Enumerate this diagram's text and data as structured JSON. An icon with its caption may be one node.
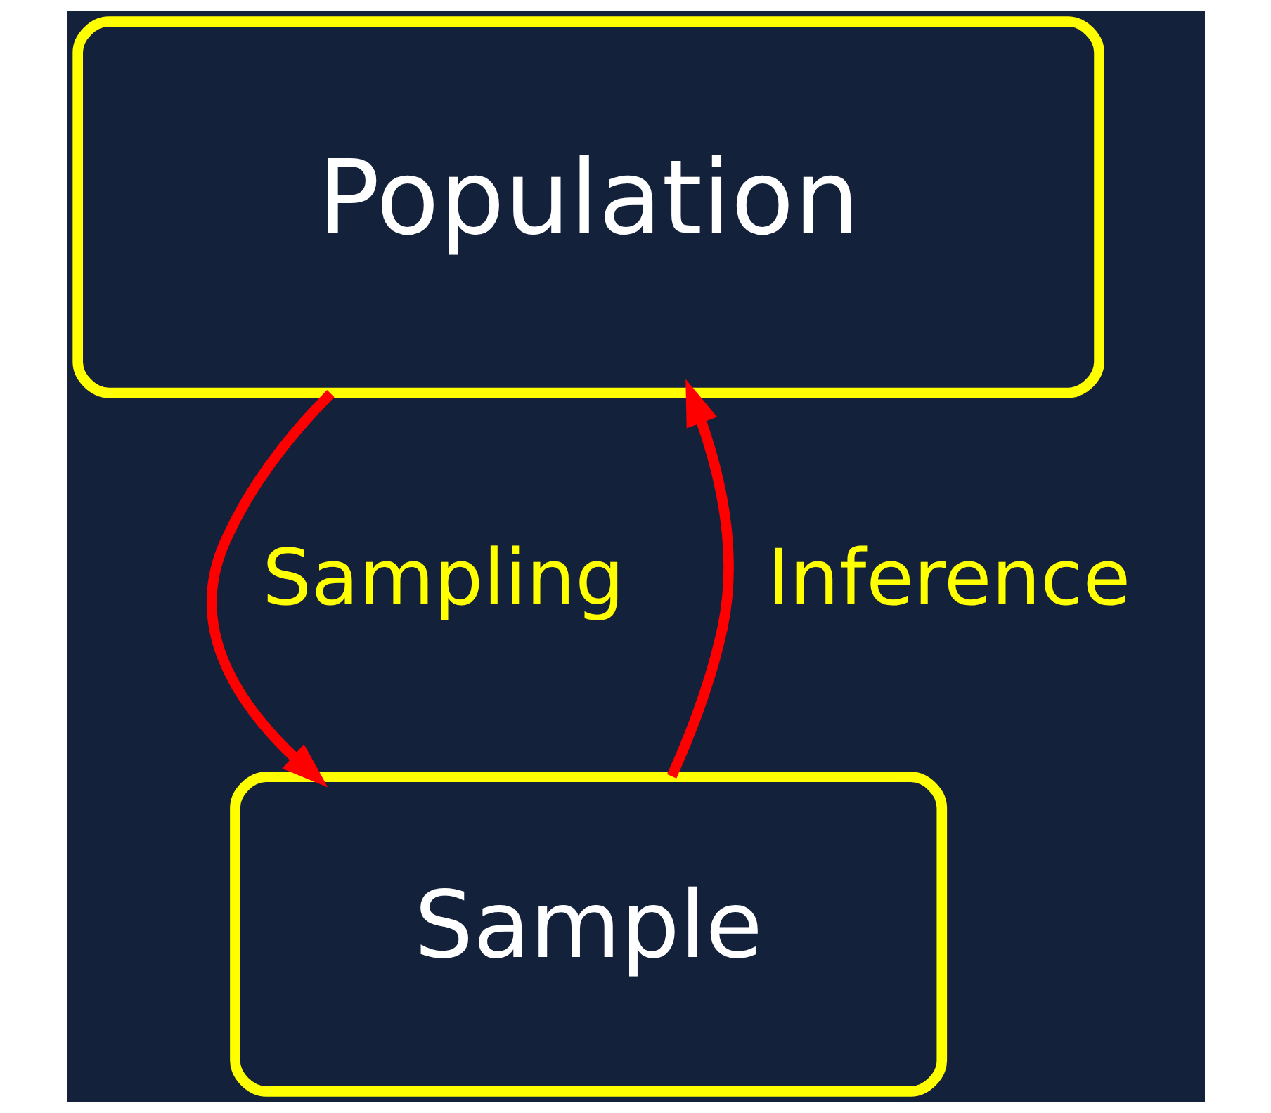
{
  "diagram": {
    "nodes": [
      {
        "text": [
          "Population"
        ]
      },
      {
        "text": [
          "Sample"
        ]
      }
    ],
    "edges": [
      {
        "from": 0,
        "to": 1,
        "arrow": "to",
        "label": "Sampling"
      },
      {
        "from": 1,
        "to": 0,
        "arrow": "to",
        "label": "Inference"
      }
    ]
  }
}
